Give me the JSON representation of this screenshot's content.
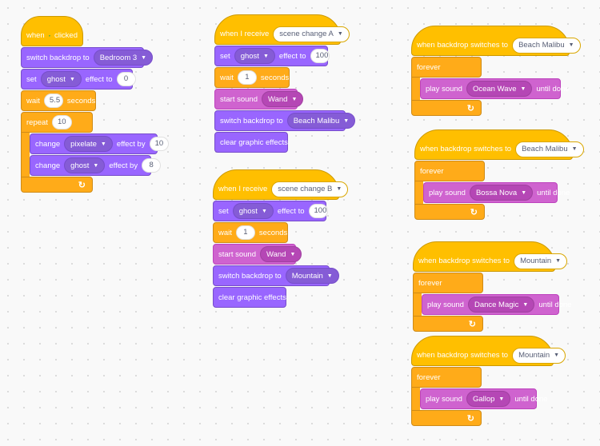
{
  "canvas": {
    "background": "#f9f9f9"
  },
  "colors": {
    "events": "#ffbf00",
    "control": "#ffab19",
    "looks": "#9966ff",
    "sound": "#cf63cf"
  },
  "script1": {
    "hat": {
      "when": "when",
      "icon": "green-flag-icon",
      "clicked": "clicked"
    },
    "switch_backdrop": {
      "label": "switch backdrop to",
      "value": "Bedroom 3"
    },
    "set_effect": {
      "set": "set",
      "effect": "ghost",
      "effect_to": "effect to",
      "value": "0"
    },
    "wait": {
      "label": "wait",
      "value": "5.5",
      "unit": "seconds"
    },
    "repeat": {
      "label": "repeat",
      "value": "10"
    },
    "change1": {
      "change": "change",
      "effect": "pixelate",
      "effect_by": "effect by",
      "value": "10"
    },
    "change2": {
      "change": "change",
      "effect": "ghost",
      "effect_by": "effect by",
      "value": "8"
    }
  },
  "script2": {
    "hat": {
      "label": "when I receive",
      "message": "scene change A"
    },
    "set_effect": {
      "set": "set",
      "effect": "ghost",
      "effect_to": "effect to",
      "value": "100"
    },
    "wait": {
      "label": "wait",
      "value": "1",
      "unit": "seconds"
    },
    "start_sound": {
      "label": "start sound",
      "value": "Wand"
    },
    "switch_backdrop": {
      "label": "switch backdrop to",
      "value": "Beach Malibu"
    },
    "clear": {
      "label": "clear graphic effects"
    }
  },
  "script3": {
    "hat": {
      "label": "when I receive",
      "message": "scene change B"
    },
    "set_effect": {
      "set": "set",
      "effect": "ghost",
      "effect_to": "effect to",
      "value": "100"
    },
    "wait": {
      "label": "wait",
      "value": "1",
      "unit": "seconds"
    },
    "start_sound": {
      "label": "start sound",
      "value": "Wand"
    },
    "switch_backdrop": {
      "label": "switch backdrop to",
      "value": "Mountain"
    },
    "clear": {
      "label": "clear graphic effects"
    }
  },
  "script4": {
    "hat": {
      "label": "when backdrop switches to",
      "value": "Beach Malibu"
    },
    "forever": "forever",
    "play": {
      "label": "play sound",
      "value": "Ocean Wave",
      "until": "until done"
    }
  },
  "script5": {
    "hat": {
      "label": "when backdrop switches to",
      "value": "Beach Malibu"
    },
    "forever": "forever",
    "play": {
      "label": "play sound",
      "value": "Bossa Nova",
      "until": "until done"
    }
  },
  "script6": {
    "hat": {
      "label": "when backdrop switches to",
      "value": "Mountain"
    },
    "forever": "forever",
    "play": {
      "label": "play sound",
      "value": "Dance Magic",
      "until": "until done"
    }
  },
  "script7": {
    "hat": {
      "label": "when backdrop switches to",
      "value": "Mountain"
    },
    "forever": "forever",
    "play": {
      "label": "play sound",
      "value": "Gallop",
      "until": "until done"
    }
  },
  "icons": {
    "loop": "loop-arrow-icon",
    "caret": "dropdown-caret-icon"
  }
}
